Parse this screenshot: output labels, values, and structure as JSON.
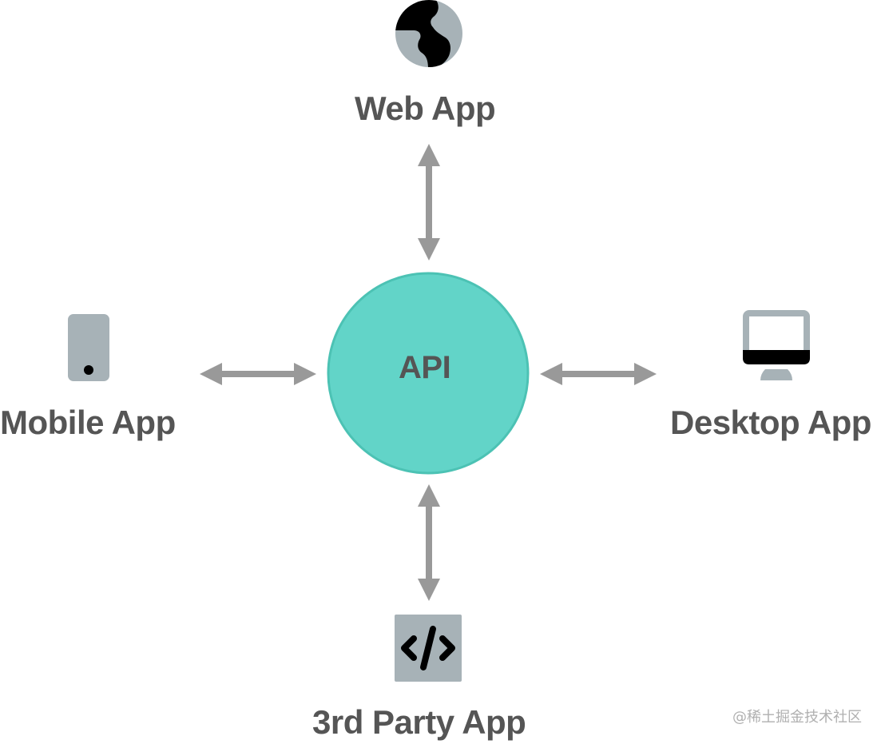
{
  "diagram": {
    "center": {
      "label": "API",
      "fill": "#62D4C8",
      "stroke": "#4CC2B4"
    },
    "nodes": [
      {
        "id": "web",
        "label": "Web App",
        "icon": "globe-icon"
      },
      {
        "id": "mobile",
        "label": "Mobile App",
        "icon": "mobile-phone-icon"
      },
      {
        "id": "desktop",
        "label": "Desktop App",
        "icon": "desktop-monitor-icon"
      },
      {
        "id": "thirdparty",
        "label": "3rd Party App",
        "icon": "code-icon"
      }
    ],
    "edges": [
      {
        "from": "API",
        "to": "Web App",
        "direction": "bidirectional"
      },
      {
        "from": "API",
        "to": "Mobile App",
        "direction": "bidirectional"
      },
      {
        "from": "API",
        "to": "Desktop App",
        "direction": "bidirectional"
      },
      {
        "from": "API",
        "to": "3rd Party App",
        "direction": "bidirectional"
      }
    ],
    "colors": {
      "icon_gray": "#A7B2B7",
      "icon_dark": "#000000",
      "arrow": "#999999",
      "text": "#555555"
    }
  },
  "watermark": "@稀土掘金技术社区"
}
